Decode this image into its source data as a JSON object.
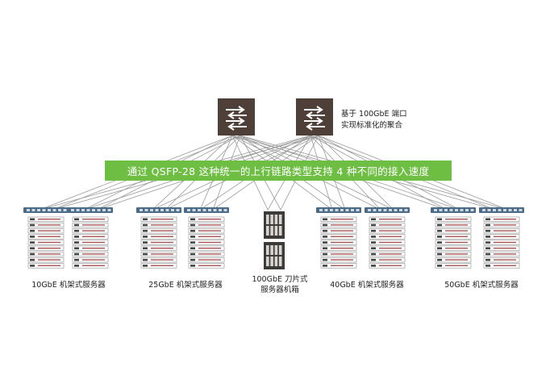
{
  "switch_note": {
    "line1": "基于 100GbE 端口",
    "line2": "实现标准化的聚合"
  },
  "banner": "通过 QSFP-28 这种统一的上行链路类型支持 4 种不同的接入速度",
  "groups": [
    {
      "line1": "10GbE 机架式服务器",
      "line2": ""
    },
    {
      "line1": "25GbE 机架式服务器",
      "line2": ""
    },
    {
      "line1": "100GbE 刀片式",
      "line2": "服务器机箱"
    },
    {
      "line1": "40GbE 机架式服务器",
      "line2": ""
    },
    {
      "line1": "50GbE 机架式服务器",
      "line2": ""
    }
  ],
  "icons": {
    "switch": "bidirectional-arrows-switch-icon",
    "rack": "server-rack-icon",
    "blade": "blade-chassis-icon"
  },
  "colors": {
    "banner": "#6fbe44",
    "switch": "#4e3f38",
    "lines": "#9a9a9a",
    "tor": "#4a6a86"
  }
}
